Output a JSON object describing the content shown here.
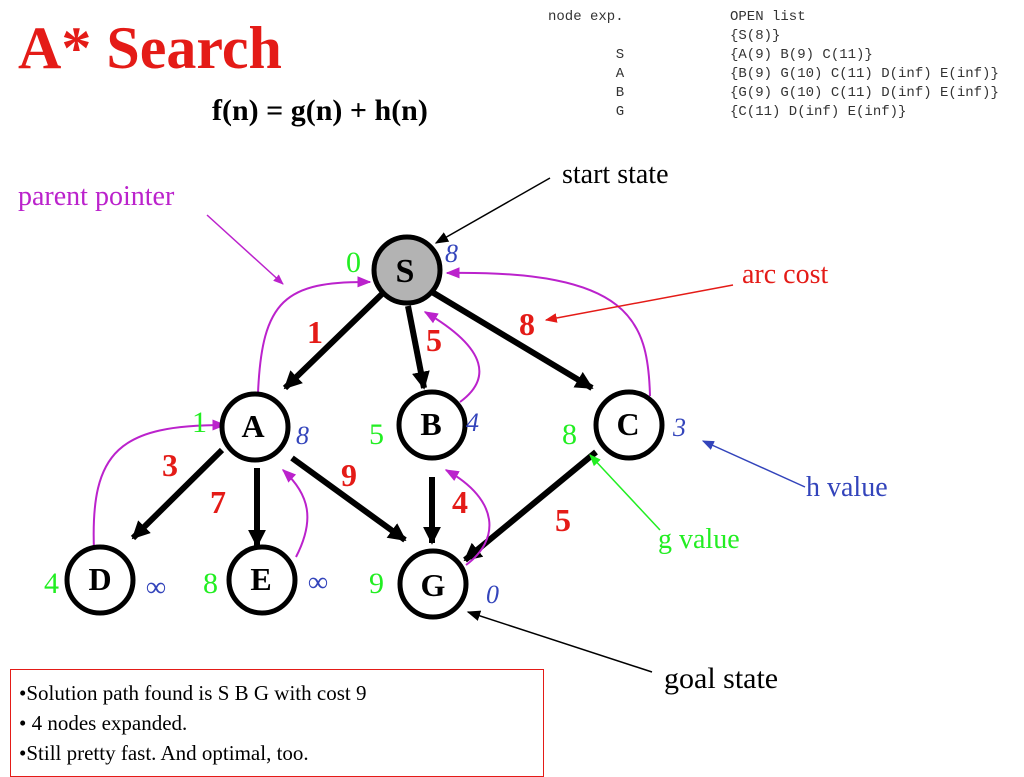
{
  "title": "A* Search",
  "formula": "f(n) = g(n) + h(n)",
  "open_list_table": {
    "headers": [
      "node exp.",
      "OPEN list"
    ],
    "rows": [
      [
        "",
        "{S(8)}"
      ],
      [
        "S",
        "{A(9) B(9) C(11)}"
      ],
      [
        "A",
        "{B(9) G(10) C(11) D(inf) E(inf)}"
      ],
      [
        "B",
        "{G(9) G(10) C(11) D(inf) E(inf)}"
      ],
      [
        "G",
        "{C(11) D(inf) E(inf)}"
      ]
    ]
  },
  "graph": {
    "nodes": [
      {
        "id": "S",
        "label": "S",
        "g": "0",
        "h": "8",
        "highlighted": true
      },
      {
        "id": "A",
        "label": "A",
        "g": "1",
        "h": "8"
      },
      {
        "id": "B",
        "label": "B",
        "g": "5",
        "h": "4"
      },
      {
        "id": "C",
        "label": "C",
        "g": "8",
        "h": "3"
      },
      {
        "id": "D",
        "label": "D",
        "g": "4",
        "h": "∞"
      },
      {
        "id": "E",
        "label": "E",
        "g": "8",
        "h": "∞"
      },
      {
        "id": "G",
        "label": "G",
        "g": "9",
        "h": "0"
      }
    ],
    "edges": [
      {
        "from": "S",
        "to": "A",
        "cost": "1"
      },
      {
        "from": "S",
        "to": "B",
        "cost": "5"
      },
      {
        "from": "S",
        "to": "C",
        "cost": "8"
      },
      {
        "from": "A",
        "to": "D",
        "cost": "3"
      },
      {
        "from": "A",
        "to": "E",
        "cost": "7"
      },
      {
        "from": "A",
        "to": "G",
        "cost": "9"
      },
      {
        "from": "B",
        "to": "G",
        "cost": "4"
      },
      {
        "from": "C",
        "to": "G",
        "cost": "5"
      }
    ],
    "parent_pointers": [
      {
        "from": "A",
        "to": "S"
      },
      {
        "from": "B",
        "to": "S"
      },
      {
        "from": "C",
        "to": "S"
      },
      {
        "from": "D",
        "to": "A"
      },
      {
        "from": "E",
        "to": "A"
      },
      {
        "from": "G",
        "to": "B"
      }
    ]
  },
  "annotations": {
    "start_state": "start state",
    "parent_pointer": "parent pointer",
    "arc_cost": "arc cost",
    "h_value": "h value",
    "g_value": "g value",
    "goal_state": "goal state"
  },
  "summary": [
    "•Solution path found is S B G with cost 9",
    "• 4 nodes expanded.",
    "•Still pretty fast. And optimal, too."
  ],
  "colors": {
    "title": "#e41b17",
    "arc_cost": "#e41b17",
    "g_value": "#22ee22",
    "h_value": "#3344bb",
    "parent_pointer": "#bb22cc",
    "start_node_fill": "#b3b3b3"
  }
}
